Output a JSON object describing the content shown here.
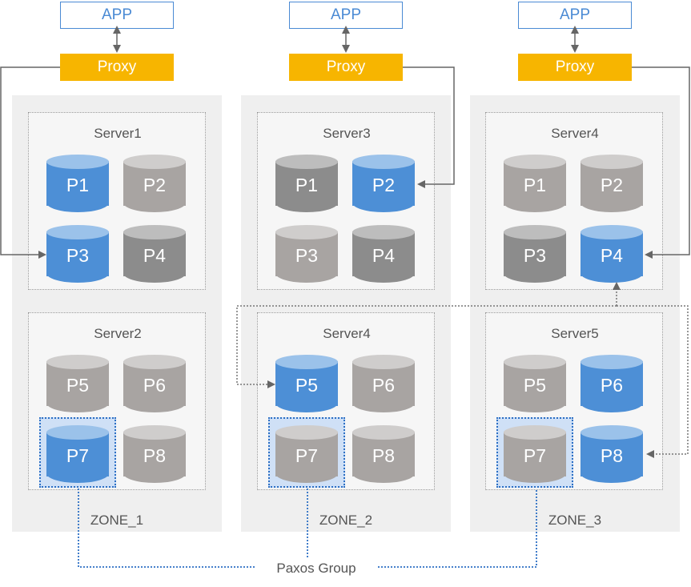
{
  "app_label": "APP",
  "proxy_label": "Proxy",
  "paxos_label": "Paxos Group",
  "colors": {
    "blue": "#4d8fd6",
    "grey": "#a8a4a2",
    "dark": "#8c8c8c",
    "proxy": "#f7b500",
    "app_border": "#4a8ad4"
  },
  "zones": [
    {
      "label": "ZONE_1",
      "servers": [
        {
          "name": "Server1",
          "partitions": [
            {
              "label": "P1",
              "color": "blue"
            },
            {
              "label": "P2",
              "color": "grey"
            },
            {
              "label": "P3",
              "color": "blue"
            },
            {
              "label": "P4",
              "color": "dark"
            }
          ]
        },
        {
          "name": "Server2",
          "partitions": [
            {
              "label": "P5",
              "color": "grey"
            },
            {
              "label": "P6",
              "color": "grey"
            },
            {
              "label": "P7",
              "color": "blue"
            },
            {
              "label": "P8",
              "color": "grey"
            }
          ]
        }
      ]
    },
    {
      "label": "ZONE_2",
      "servers": [
        {
          "name": "Server3",
          "partitions": [
            {
              "label": "P1",
              "color": "dark"
            },
            {
              "label": "P2",
              "color": "blue"
            },
            {
              "label": "P3",
              "color": "grey"
            },
            {
              "label": "P4",
              "color": "dark"
            }
          ]
        },
        {
          "name": "Server4",
          "partitions": [
            {
              "label": "P5",
              "color": "blue"
            },
            {
              "label": "P6",
              "color": "grey"
            },
            {
              "label": "P7",
              "color": "grey"
            },
            {
              "label": "P8",
              "color": "grey"
            }
          ]
        }
      ]
    },
    {
      "label": "ZONE_3",
      "servers": [
        {
          "name": "Server4",
          "partitions": [
            {
              "label": "P1",
              "color": "grey"
            },
            {
              "label": "P2",
              "color": "grey"
            },
            {
              "label": "P3",
              "color": "dark"
            },
            {
              "label": "P4",
              "color": "blue"
            }
          ]
        },
        {
          "name": "Server5",
          "partitions": [
            {
              "label": "P5",
              "color": "grey"
            },
            {
              "label": "P6",
              "color": "blue"
            },
            {
              "label": "P7",
              "color": "grey"
            },
            {
              "label": "P8",
              "color": "blue"
            }
          ]
        }
      ]
    }
  ]
}
